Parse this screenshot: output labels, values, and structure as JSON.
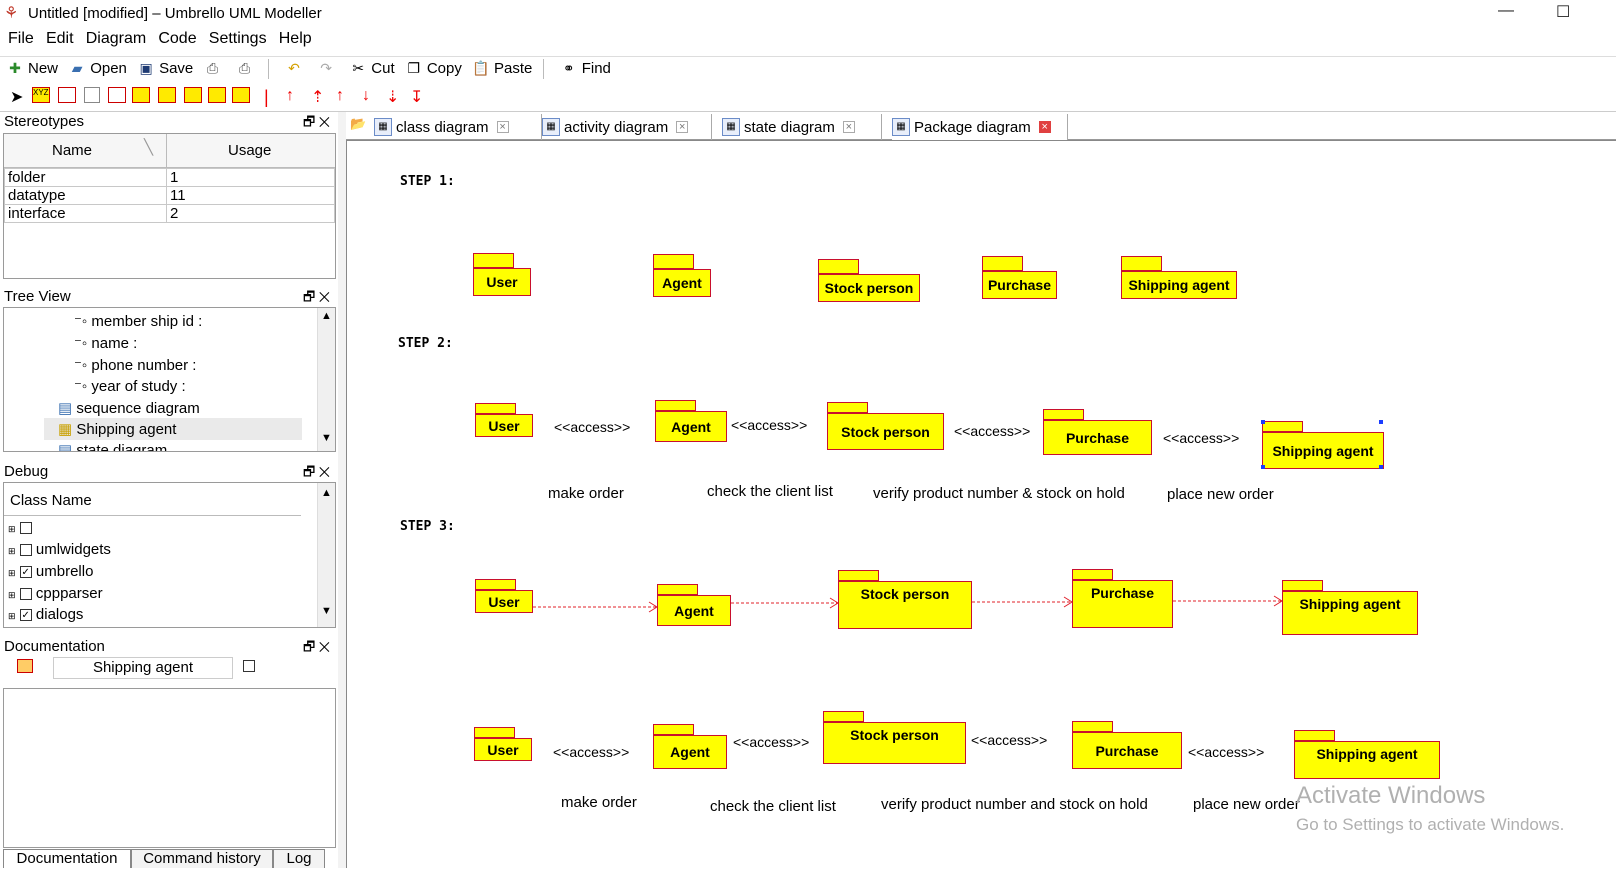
{
  "window": {
    "title": "Untitled [modified] – Umbrello UML Modeller",
    "minimize": "—",
    "maximize": "☐"
  },
  "menu": [
    "File",
    "Edit",
    "Diagram",
    "Code",
    "Settings",
    "Help"
  ],
  "toolbar": {
    "new": "New",
    "open": "Open",
    "save": "Save",
    "cut": "Cut",
    "copy": "Copy",
    "paste": "Paste",
    "find": "Find"
  },
  "stereotypes": {
    "title": "Stereotypes",
    "columns": [
      "Name",
      "Usage"
    ],
    "rows": [
      {
        "name": "folder",
        "usage": "1"
      },
      {
        "name": "datatype",
        "usage": "11"
      },
      {
        "name": "interface",
        "usage": "2"
      }
    ]
  },
  "treeview": {
    "title": "Tree View",
    "items": [
      "member ship id :",
      "name :",
      "phone number :",
      "year of study :",
      "sequence diagram",
      "Shipping agent",
      "state diagram"
    ]
  },
  "debug": {
    "title": "Debug",
    "column": "Class Name",
    "items": [
      {
        "label": "",
        "checked": false
      },
      {
        "label": "umlwidgets",
        "checked": false
      },
      {
        "label": "umbrello",
        "checked": true
      },
      {
        "label": "cppparser",
        "checked": false
      },
      {
        "label": "dialogs",
        "checked": true
      }
    ]
  },
  "documentation": {
    "title": "Documentation",
    "name": "Shipping agent"
  },
  "bottom_tabs": [
    "Documentation",
    "Command history",
    "Log"
  ],
  "tabs": [
    "class diagram",
    "activity diagram",
    "state diagram",
    "Package diagram"
  ],
  "diagram": {
    "steps": [
      "STEP 1:",
      "STEP 2:",
      "STEP 3:"
    ],
    "packages": {
      "user": "User",
      "agent": "Agent",
      "stock": "Stock person",
      "purchase": "Purchase",
      "shipping": "Shipping agent"
    },
    "access": "<<access>>",
    "captions_row2": [
      "make order",
      "check the client list",
      "verify product number & stock on hold",
      "place new order"
    ],
    "captions_row4": [
      "make order",
      "check the client list",
      "verify product number and stock on hold",
      "place new order"
    ]
  },
  "watermark": {
    "line1": "Activate Windows",
    "line2": "Go to Settings to activate Windows."
  },
  "colors": {
    "package_fill": "#ffff00",
    "package_border": "#c8102e",
    "dependency_line": "#e0202a"
  }
}
